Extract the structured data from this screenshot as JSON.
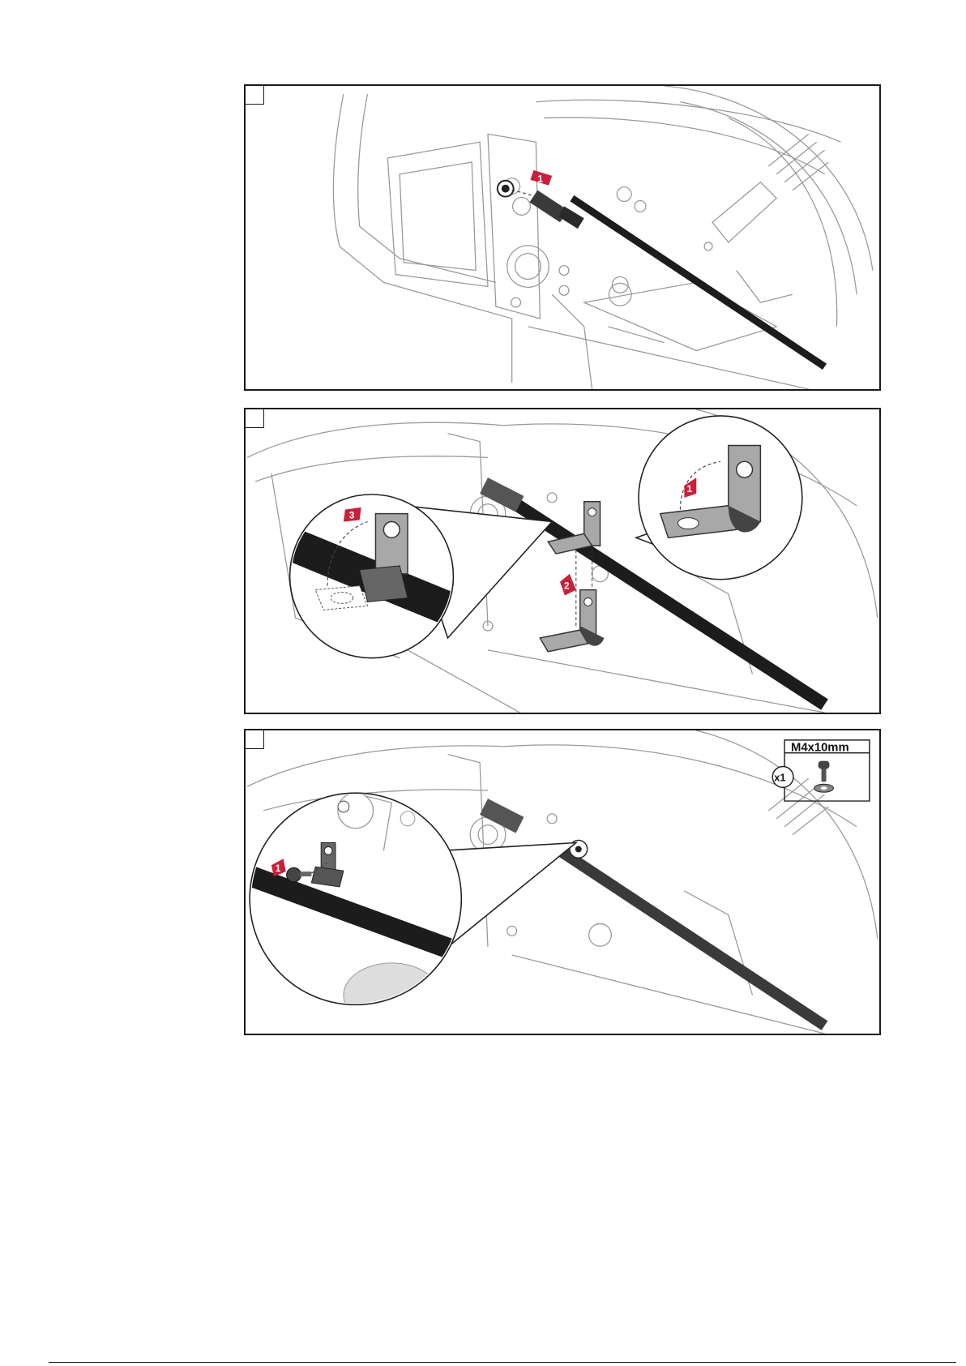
{
  "step_panels": [
    {
      "id": "step-1",
      "badges": [
        "1"
      ]
    },
    {
      "id": "step-2",
      "badges": [
        "1",
        "2",
        "3"
      ]
    },
    {
      "id": "step-3",
      "badges": [
        "1"
      ]
    }
  ],
  "fastener": {
    "spec": "M4x10mm",
    "quantity": "x1"
  },
  "colors": {
    "line": "#9a9a9a",
    "cable": "#1c1c1c",
    "metal": "#a8a8a8",
    "badge": "#c8203a"
  }
}
